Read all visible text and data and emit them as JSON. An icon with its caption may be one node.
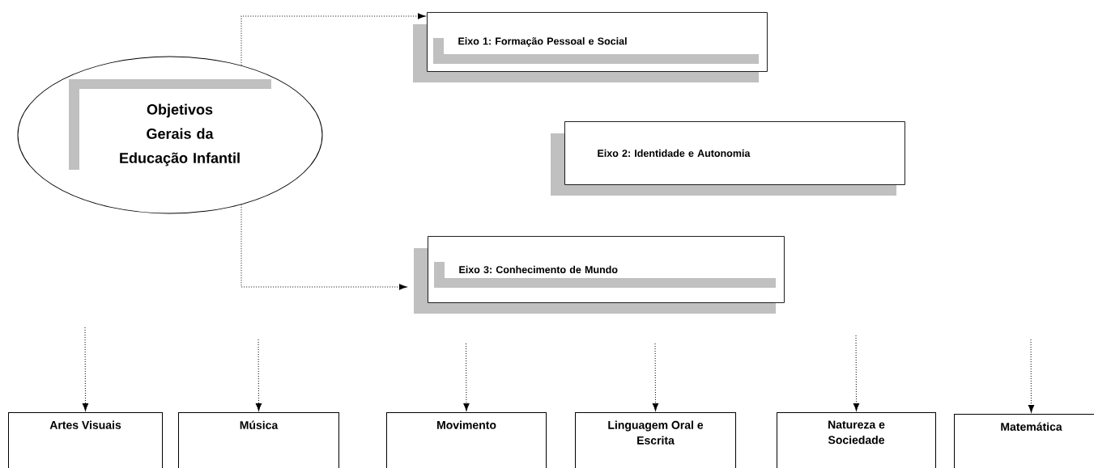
{
  "diagram": {
    "nodes": [
      {
        "text": [
          "Objetivos Gerais da Educação Infantil"
        ]
      },
      {
        "text": [
          "Eixo 1: Formação Pessoal e Social"
        ]
      },
      {
        "text": [
          "Eixo 2: Identidade e Autonomia"
        ]
      },
      {
        "text": [
          "Eixo 3: Conhecimento de Mundo"
        ]
      },
      {
        "text": [
          "Artes Visuais"
        ]
      },
      {
        "text": [
          "Música"
        ]
      },
      {
        "text": [
          "Movimento"
        ]
      },
      {
        "text": [
          "Linguagem Oral e Escrita"
        ]
      },
      {
        "text": [
          "Natureza e Sociedade"
        ]
      },
      {
        "text": [
          "Matemática"
        ]
      }
    ],
    "edges": [
      {
        "from": 0,
        "to": 1,
        "arrow": "to"
      },
      {
        "from": 0,
        "to": 3,
        "arrow": "to"
      },
      {
        "from": null,
        "to": 4,
        "arrow": "to"
      },
      {
        "from": null,
        "to": 5,
        "arrow": "to"
      },
      {
        "from": null,
        "to": 6,
        "arrow": "to"
      },
      {
        "from": null,
        "to": 7,
        "arrow": "to"
      },
      {
        "from": null,
        "to": 8,
        "arrow": "to"
      },
      {
        "from": null,
        "to": 9,
        "arrow": "to"
      }
    ]
  }
}
